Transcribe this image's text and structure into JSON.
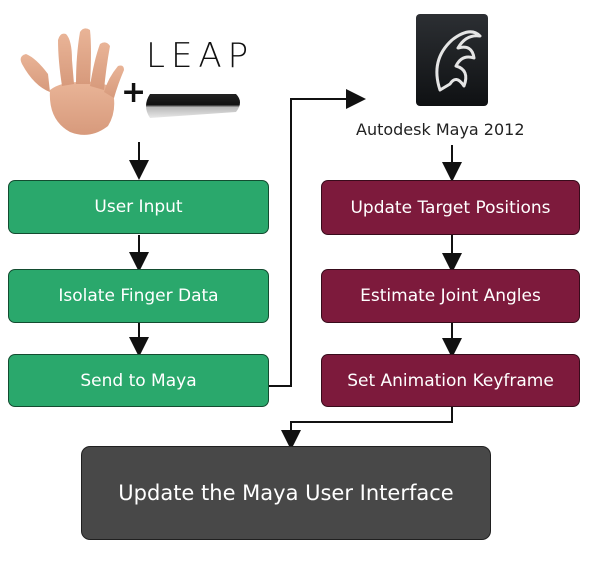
{
  "top": {
    "leap_logo": "LEAP",
    "plus": "+",
    "maya_label": "Autodesk Maya 2012"
  },
  "left_steps": [
    {
      "label": "User Input"
    },
    {
      "label": "Isolate Finger Data"
    },
    {
      "label": "Send to Maya"
    }
  ],
  "right_steps": [
    {
      "label": "Update Target Positions"
    },
    {
      "label": "Estimate Joint Angles"
    },
    {
      "label": "Set Animation Keyframe"
    }
  ],
  "final_step": {
    "label": "Update the Maya User Interface"
  },
  "colors": {
    "left_box": "#2aa86c",
    "right_box": "#7d1a3c",
    "final_box": "#484848",
    "arrow": "#111111"
  }
}
